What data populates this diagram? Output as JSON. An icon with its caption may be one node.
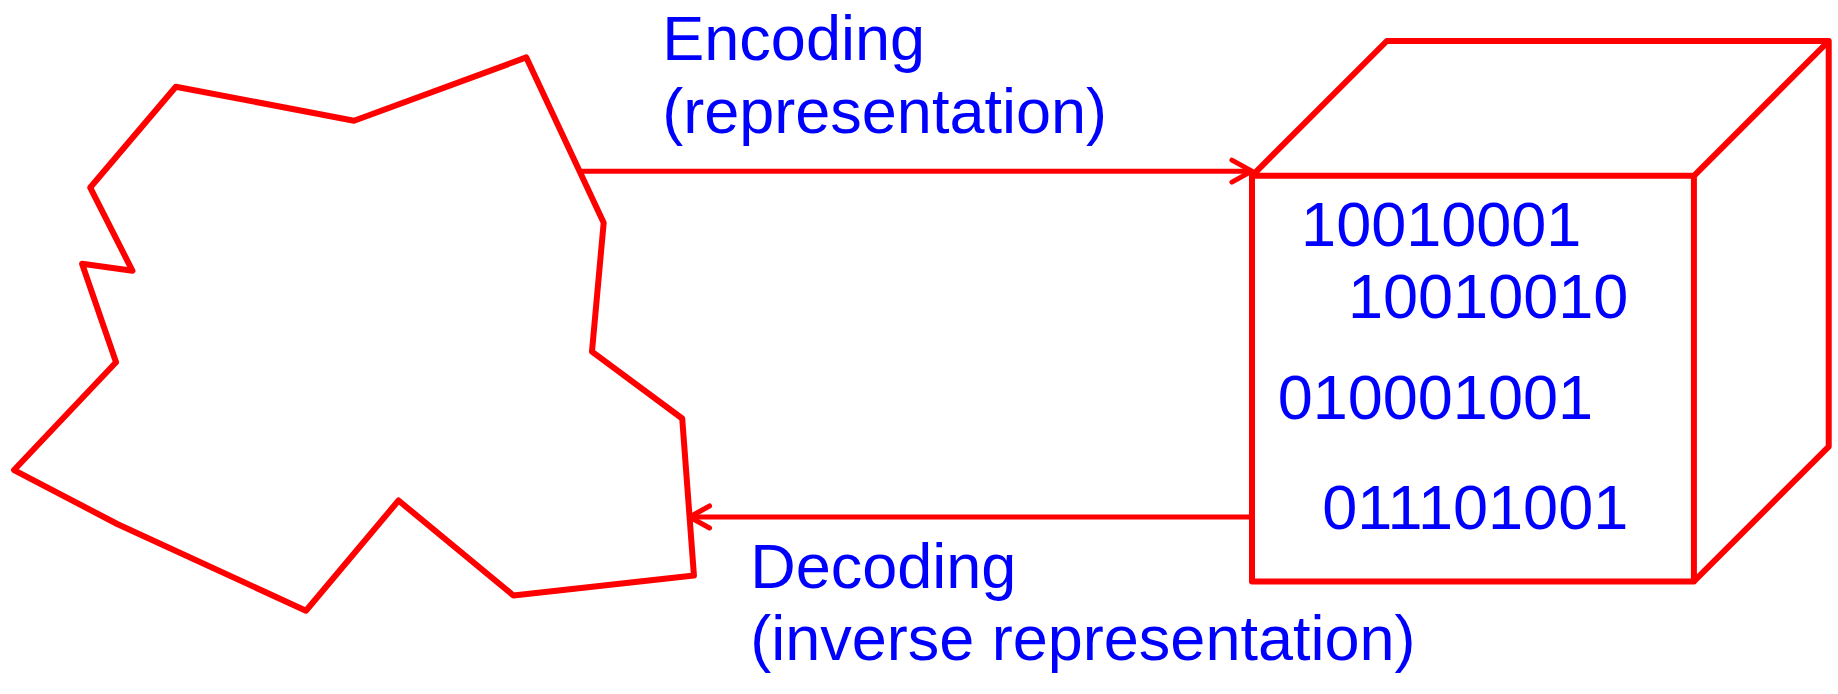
{
  "diagram": {
    "nodes": [
      {
        "text": [],
        "shape": "polygon"
      },
      {
        "text": [
          "10010001",
          "10010010",
          "010001001",
          "011101001"
        ]
      }
    ],
    "edges": [
      {
        "from": 0,
        "to": 1,
        "arrow": "to",
        "label": "Encoding (representation)"
      },
      {
        "from": 1,
        "to": 0,
        "arrow": "to",
        "label": "Decoding (inverse representation)"
      }
    ]
  }
}
